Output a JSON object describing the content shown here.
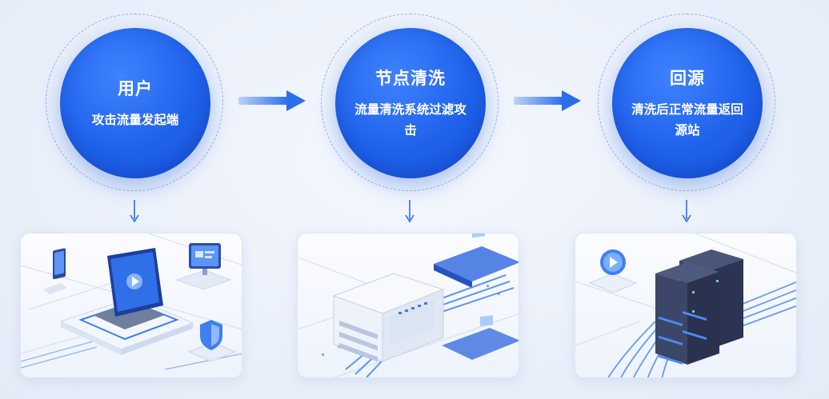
{
  "steps": [
    {
      "title": "用户",
      "desc": "攻击流量发起端"
    },
    {
      "title": "节点清洗",
      "desc": "流量清洗系统过滤攻击"
    },
    {
      "title": "回源",
      "desc": "清洗后正常流量返回源站"
    }
  ],
  "colors": {
    "primary": "#1f62ea",
    "arrow": "#2a6ee8",
    "dashed_ring": "#9bb3e6",
    "background": "#eef3fb"
  },
  "panels": [
    {
      "icons": [
        "laptop-icon",
        "phone-icon",
        "monitor-icon",
        "shield-icon"
      ]
    },
    {
      "icons": [
        "server-box-icon",
        "chip-icon"
      ]
    },
    {
      "icons": [
        "server-rack-icon",
        "play-icon"
      ]
    }
  ]
}
